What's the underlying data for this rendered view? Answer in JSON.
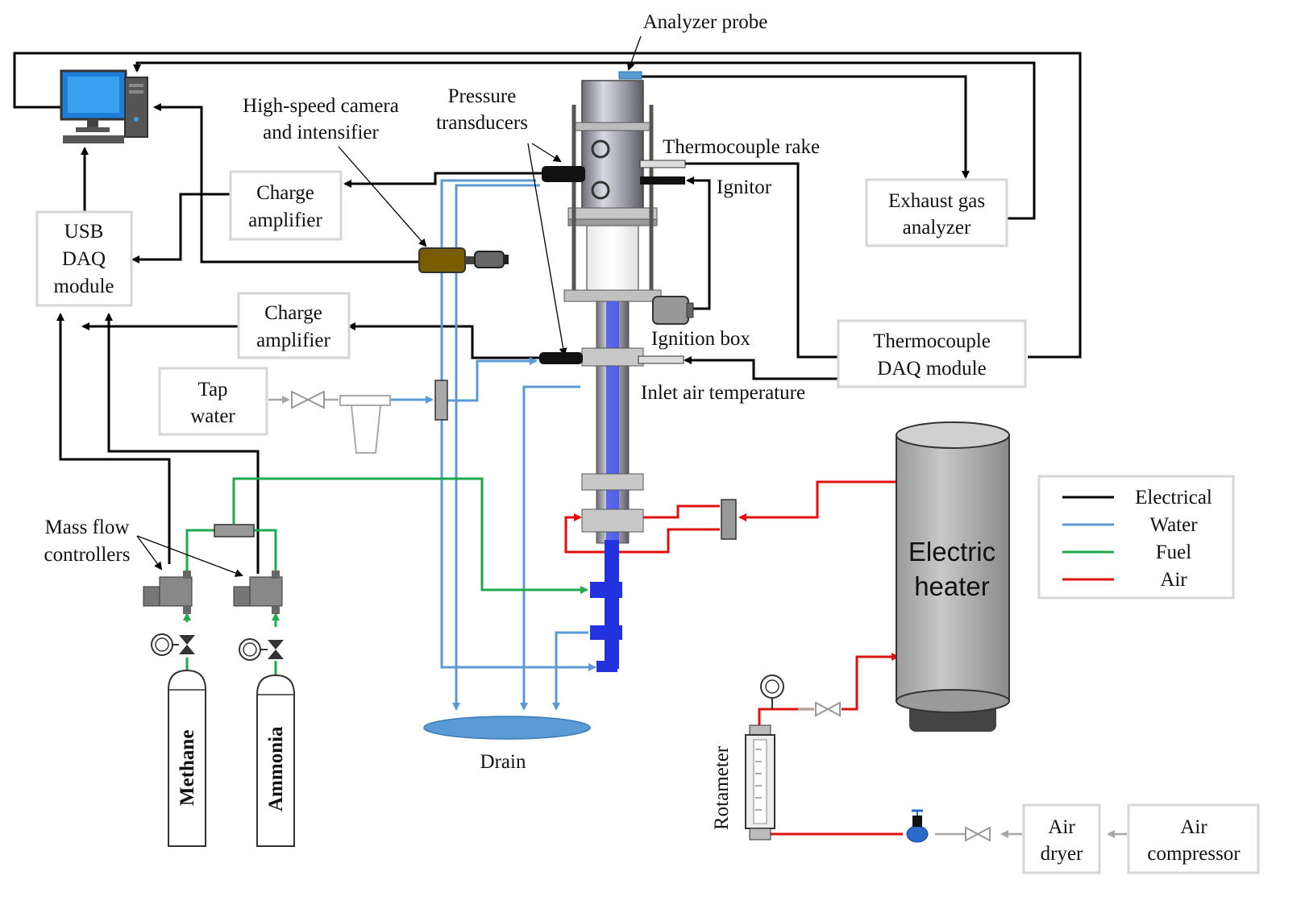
{
  "labels": {
    "analyzer_probe": "Analyzer probe",
    "camera_line1": "High-speed camera",
    "camera_line2": "and intensifier",
    "pressure_line1": "Pressure",
    "pressure_line2": "transducers",
    "thermocouple_rake": "Thermocouple rake",
    "ignitor": "Ignitor",
    "exhaust_line1": "Exhaust gas",
    "exhaust_line2": "analyzer",
    "charge_amp_top_line1": "Charge",
    "charge_amp_top_line2": "amplifier",
    "usb_line1": "USB",
    "usb_line2": "DAQ",
    "usb_line3": "module",
    "charge_amp_mid_line1": "Charge",
    "charge_amp_mid_line2": "amplifier",
    "ignition_box": "Ignition box",
    "tc_daq_line1": "Thermocouple",
    "tc_daq_line2": "DAQ module",
    "inlet_air_temp": "Inlet air temperature",
    "tap_line1": "Tap",
    "tap_line2": "water",
    "mfc_line1": "Mass flow",
    "mfc_line2": "controllers",
    "methane": "Methane",
    "ammonia": "Ammonia",
    "drain": "Drain",
    "heater_line1": "Electric",
    "heater_line2": "heater",
    "rotameter": "Rotameter",
    "air_dryer_line1": "Air",
    "air_dryer_line2": "dryer",
    "air_comp_line1": "Air",
    "air_comp_line2": "compressor"
  },
  "legend": {
    "items": [
      {
        "label": "Electrical",
        "color": "#000000"
      },
      {
        "label": "Water",
        "color": "#5b9bd5"
      },
      {
        "label": "Fuel",
        "color": "#1fa84f"
      },
      {
        "label": "Air",
        "color": "#e01010"
      }
    ]
  },
  "colors": {
    "electrical": "#000000",
    "water": "#5b9bd5",
    "fuel": "#1fa84f",
    "air": "#e01010",
    "burner_flame": "#2233dd",
    "camera_body": "#7a5c00",
    "heater": "#b0b0b0",
    "drain_pool": "#5b9bd5"
  },
  "icons": [
    "computer-icon",
    "pressure-gauge-icon",
    "valve-icon",
    "filter-icon",
    "regulator-icon"
  ]
}
